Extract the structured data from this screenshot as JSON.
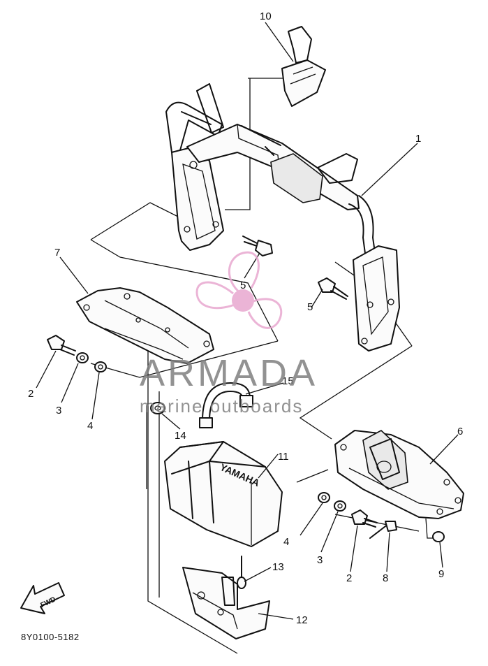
{
  "diagram": {
    "code": "8Y0100-5182",
    "fwd_label": "FWD",
    "case_lettering": "YAMAHA",
    "callouts": {
      "p1": "1",
      "p2a": "2",
      "p3a": "3",
      "p4a": "4",
      "p5a": "5",
      "p5b": "5",
      "p6": "6",
      "p7": "7",
      "p8": "8",
      "p9": "9",
      "p10": "10",
      "p11": "11",
      "p12": "12",
      "p13": "13",
      "p14": "14",
      "p15": "15",
      "p2b": "2",
      "p3b": "3",
      "p4b": "4"
    }
  },
  "watermark": {
    "brand": "ARMADA",
    "tagline": "marine outboards",
    "colors": {
      "logo": "#e8a7cf",
      "text": "#7f7f7f"
    }
  }
}
